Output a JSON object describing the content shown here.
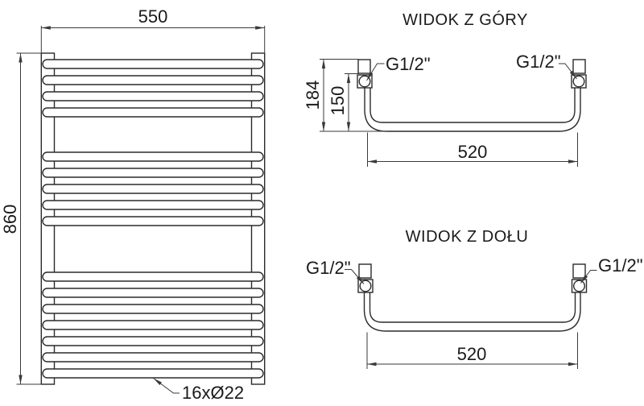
{
  "drawing": {
    "front_view": {
      "width_dim": "550",
      "height_dim": "860",
      "tubes_label": "16xØ22"
    },
    "top_view": {
      "title": "WIDOK Z GÓRY",
      "total_depth_dim": "184",
      "pipe_depth_dim": "150",
      "connection_spacing_dim": "520",
      "connection_left": "G1/2\"",
      "connection_right": "G1/2\""
    },
    "bottom_view": {
      "title": "WIDOK Z DOŁU",
      "connection_spacing_dim": "520",
      "connection_left": "G1/2\"",
      "connection_right": "G1/2\""
    },
    "colors": {
      "object_line": "#2b2b2b",
      "dim_line": "#3a3a3a",
      "background": "#ffffff",
      "text": "#1a1a1a"
    }
  }
}
